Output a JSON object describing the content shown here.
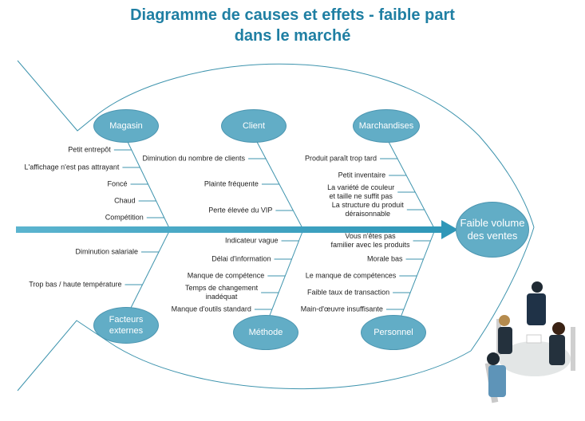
{
  "title": {
    "line1": "Diagramme de causes et effets - faible part",
    "line2": "dans le marché"
  },
  "effect": {
    "line1": "Faible volume",
    "line2": "des ventes"
  },
  "colors": {
    "title": "#1f7fa3",
    "oval": "#62adc6",
    "line": "#3d93ad",
    "spine": "#3aa0bf"
  },
  "categories": [
    {
      "id": "magasin",
      "label": "Magasin",
      "items": [
        "Petit entrepôt",
        "L'affichage n'est pas attrayant",
        "Foncé",
        "Chaud",
        "Compétition"
      ]
    },
    {
      "id": "client",
      "label": "Client",
      "items": [
        "Diminution du nombre de clients",
        "Plainte fréquente",
        "Perte élevée du VIP"
      ]
    },
    {
      "id": "marchandises",
      "label": "Marchandises",
      "items": [
        "Produit paraît trop tard",
        "Petit inventaire",
        "La variété de couleur\net taille ne suffit pas",
        "La structure du produit\ndéraisonnable"
      ]
    },
    {
      "id": "facteurs-externes",
      "label": "Facteurs\nexternes",
      "items": [
        "Diminution salariale",
        "Trop bas / haute température"
      ]
    },
    {
      "id": "methode",
      "label": "Méthode",
      "items": [
        "Indicateur vague",
        "Délai d'information",
        "Manque de compétence",
        "Temps de changement\ninadéquat",
        "Manque d'outils standard"
      ]
    },
    {
      "id": "personnel",
      "label": "Personnel",
      "items": [
        "Vous n'êtes pas\nfamilier avec les produits",
        "Morale bas",
        "Le manque de compétences",
        "Faible taux de transaction",
        "Main-d'œuvre insuffisante"
      ]
    }
  ]
}
